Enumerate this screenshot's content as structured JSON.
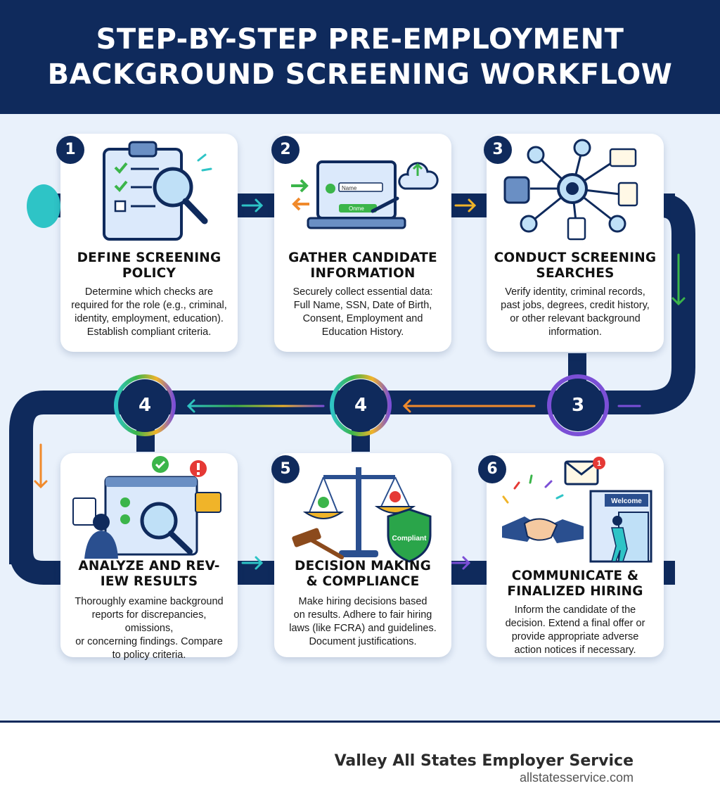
{
  "header": {
    "title_line1": "STEP-BY-STEP PRE-EMPLOYMENT",
    "title_line2": "BACKGROUND SCREENING WORKFLOW"
  },
  "steps": [
    {
      "number": "1",
      "title": [
        "DEFINE SCREENING",
        "POLICY"
      ],
      "description": [
        "Determine which checks are",
        "required for the role (e.g., criminal,",
        "identity, employment, education).",
        "Establish compliant criteria."
      ],
      "icon": "clipboard-magnifier-icon"
    },
    {
      "number": "2",
      "title": [
        "GATHER CANDIDATE",
        "INFORMATION"
      ],
      "description": [
        "Securely collect essential data:",
        "Full Name, SSN, Date of Birth,",
        "Consent, Employment and",
        "Education History."
      ],
      "icon": "laptop-form-upload-icon",
      "art_text": {
        "field_name": "Name",
        "button": "Onme"
      }
    },
    {
      "number": "3",
      "title": [
        "CONDUCT SCREENING",
        "SEARCHES"
      ],
      "description": [
        "Verify identity, criminal records,",
        "past jobs, degrees, credit history,",
        "or other relevant background",
        "information."
      ],
      "icon": "search-network-icon"
    },
    {
      "number": "",
      "title": [
        "ANALYZE AND REV-",
        "IEW RESULTS"
      ],
      "description": [
        "Thoroughly examine background",
        "reports for discrepancies, omissions,",
        "or concerning findings. Compare",
        "to policy criteria."
      ],
      "icon": "analyst-review-icon"
    },
    {
      "number": "5",
      "title": [
        "DECISION MAKING",
        "& COMPLIANCE"
      ],
      "description": [
        "Make hiring decisions based",
        "on results. Adhere to fair hiring",
        "laws (like FCRA) and guidelines.",
        "Document justifications."
      ],
      "icon": "scales-gavel-shield-icon",
      "art_text": {
        "shield": "Compliant"
      }
    },
    {
      "number": "6",
      "title": [
        "COMMUNICATE &",
        "FINALIZED HIRING"
      ],
      "description": [
        "Inform the candidate of the",
        "decision. Extend a final offer or",
        "provide appropriate adverse",
        "action notices if necessary."
      ],
      "icon": "handshake-welcome-icon",
      "art_text": {
        "sign": "Welcome",
        "badge": "1"
      }
    }
  ],
  "flow_nodes": [
    "4",
    "4",
    "3"
  ],
  "colors": {
    "navy": "#0f2a5c",
    "background": "#e9f1fb",
    "teal": "#2ec4c6",
    "green": "#3bb54a",
    "orange": "#f08a2c",
    "purple": "#7b4fd6",
    "red": "#e53935"
  },
  "footer": {
    "company": "Valley All States Employer Service",
    "website": "allstatesservice.com"
  }
}
